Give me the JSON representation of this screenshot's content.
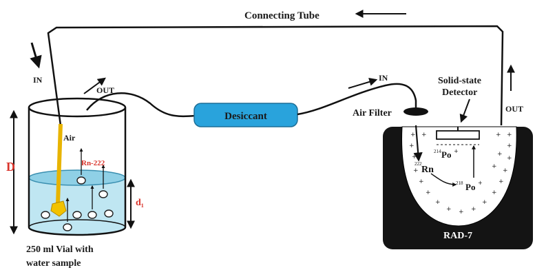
{
  "labels": {
    "connecting_tube": "Connecting Tube",
    "in_left": "IN",
    "out_vial": "OUT",
    "air": "Air",
    "rn222": "Rn-222",
    "dim_d": "D",
    "dim_d1": "d₁",
    "vial_caption_line1": "250 ml Vial with",
    "vial_caption_line2": "water sample",
    "desiccant": "Desiccant",
    "in_right": "IN",
    "air_filter": "Air Filter",
    "detector_line1": "Solid-state",
    "detector_line2": "Detector",
    "out_right": "OUT",
    "rad7": "RAD-7",
    "po214_mass": "214",
    "po214_symbol": "Po",
    "po218_mass": "218",
    "po218_symbol": "Po",
    "rn_mass": "222",
    "rn_symbol": "Rn"
  },
  "colors": {
    "water": "#bfe6f2",
    "water_edge": "#5fb6d0",
    "desiccant": "#29a3dc",
    "desiccant_text": "#10202e",
    "rn_label": "#d9342b",
    "air_tube": "#e8b400",
    "rad7_body": "#141414",
    "chamber": "#ffffff"
  }
}
